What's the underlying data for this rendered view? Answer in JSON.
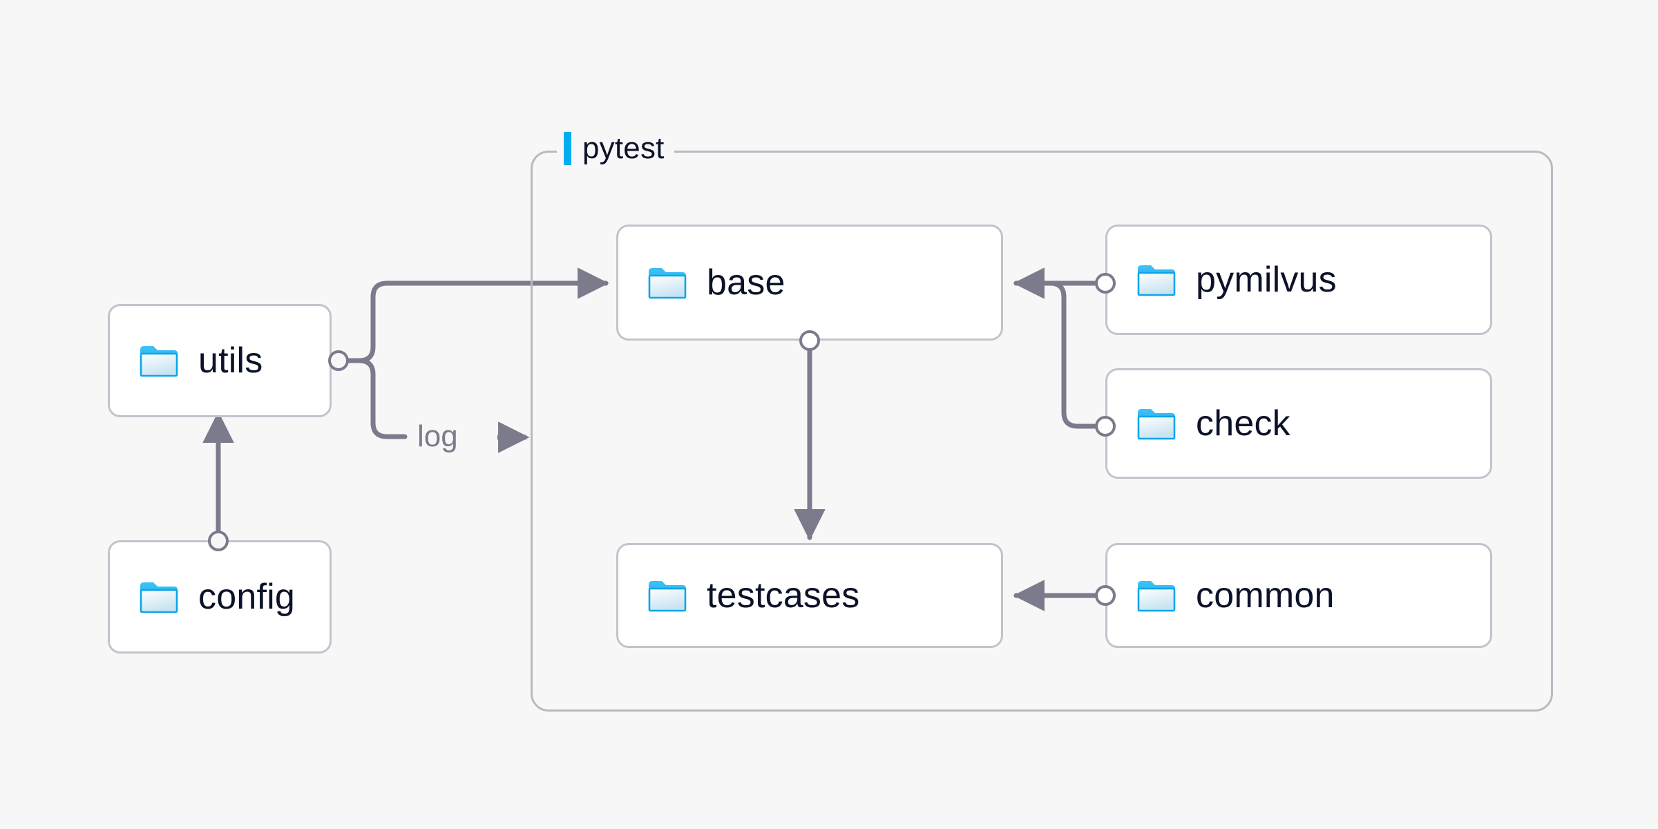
{
  "diagram": {
    "title": "",
    "background_color": "#f7f7f8",
    "accent_color": "#00aeef",
    "node_border_color": "#c3c3cd",
    "edge_color": "#7b7b8c",
    "group_border_color": "#b9b9c3",
    "text_color": "#0b1228"
  },
  "group": {
    "label": "pytest",
    "accent_bar_color": "#00aeef"
  },
  "nodes": [
    {
      "id": "utils",
      "label": "utils",
      "icon": "folder-icon"
    },
    {
      "id": "config",
      "label": "config",
      "icon": "folder-icon"
    },
    {
      "id": "base",
      "label": "base",
      "icon": "folder-icon"
    },
    {
      "id": "testcases",
      "label": "testcases",
      "icon": "folder-icon"
    },
    {
      "id": "pymilvus",
      "label": "pymilvus",
      "icon": "folder-icon"
    },
    {
      "id": "check",
      "label": "check",
      "icon": "folder-icon"
    },
    {
      "id": "common",
      "label": "common",
      "icon": "folder-icon"
    }
  ],
  "edges": [
    {
      "from": "utils",
      "to": "base",
      "label": ""
    },
    {
      "from": "utils",
      "to": "pytest",
      "label": "log"
    },
    {
      "from": "config",
      "to": "utils",
      "label": ""
    },
    {
      "from": "base",
      "to": "testcases",
      "label": ""
    },
    {
      "from": "pymilvus",
      "to": "base",
      "label": ""
    },
    {
      "from": "check",
      "to": "base",
      "label": ""
    },
    {
      "from": "common",
      "to": "testcases",
      "label": ""
    }
  ],
  "edge_labels": {
    "log": "log"
  }
}
